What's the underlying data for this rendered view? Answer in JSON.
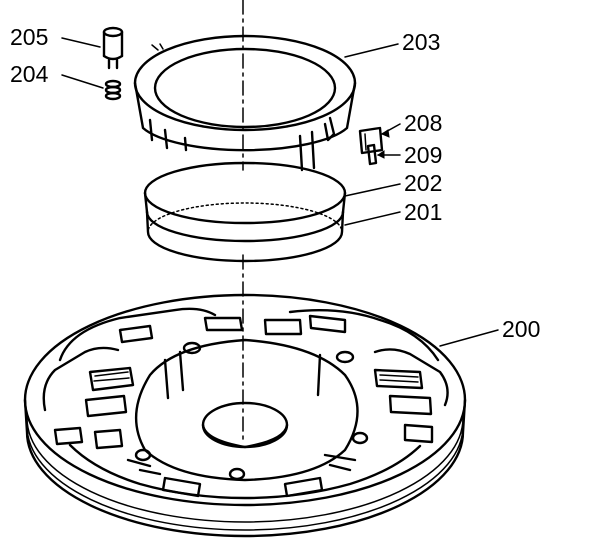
{
  "diagram": {
    "callouts": {
      "c205": "205",
      "c204": "204",
      "c203": "203",
      "c208": "208",
      "c209": "209",
      "c202": "202",
      "c201": "201",
      "c200": "200"
    }
  }
}
